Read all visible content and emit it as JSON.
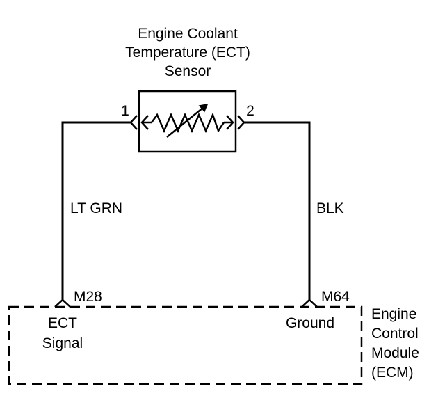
{
  "sensor": {
    "title_line1": "Engine Coolant",
    "title_line2": "Temperature (ECT)",
    "title_line3": "Sensor",
    "pin_left": "1",
    "pin_right": "2"
  },
  "wires": {
    "left_color": "LT GRN",
    "right_color": "BLK"
  },
  "ecm": {
    "label_line1": "Engine",
    "label_line2": "Control",
    "label_line3": "Module",
    "label_line4": "(ECM)",
    "terminal_left": "M28",
    "terminal_right": "M64",
    "signal_left_line1": "ECT",
    "signal_left_line2": "Signal",
    "signal_right": "Ground"
  },
  "colors": {
    "line": "#000000",
    "background": "#ffffff"
  },
  "icons": {
    "sensor_symbol": "thermistor-icon"
  }
}
